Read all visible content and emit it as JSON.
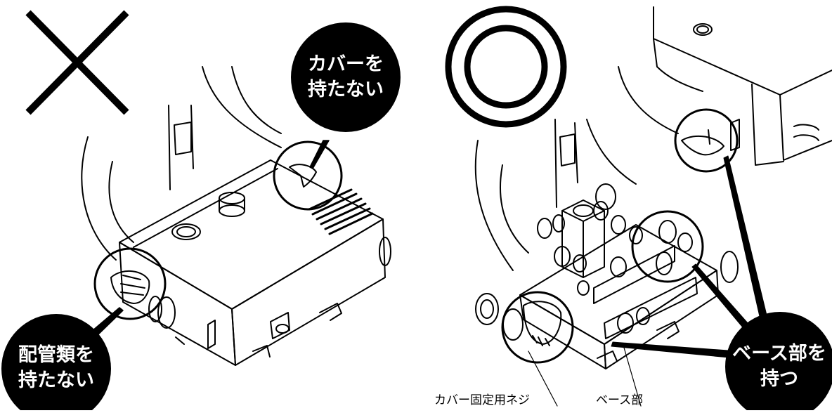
{
  "left_panel": {
    "mark": "cross",
    "callout_top": {
      "line1": "カバーを",
      "line2": "持たない"
    },
    "callout_bottom": {
      "line1": "配管類を",
      "line2": "持たない"
    }
  },
  "right_panel": {
    "mark": "double-circle",
    "callout": {
      "line1": "ベース部を",
      "line2": "持つ"
    },
    "label_cover_screw": "カバー固定用ネジ",
    "label_base": "ベース部"
  },
  "colors": {
    "ink": "#000000",
    "paper": "#ffffff",
    "callout_fill": "#000000",
    "callout_text": "#ffffff"
  }
}
